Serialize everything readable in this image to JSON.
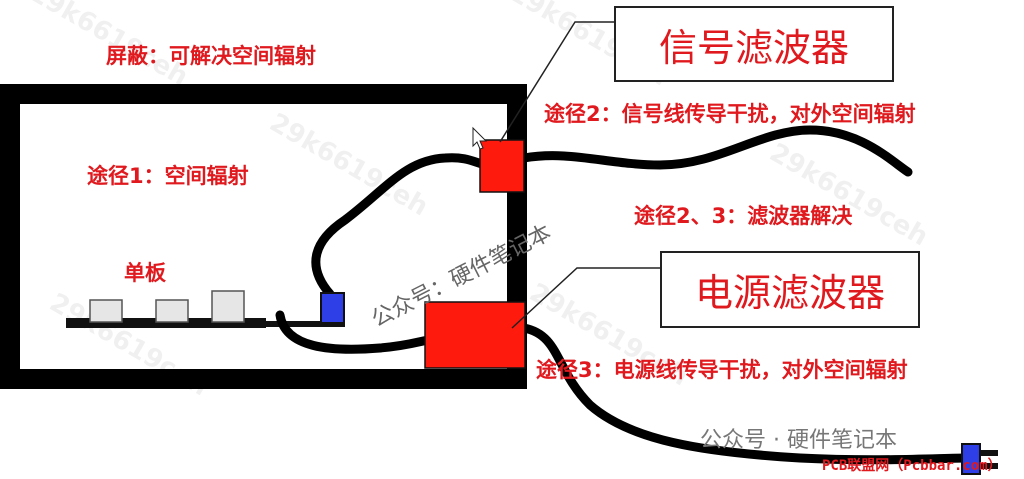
{
  "labels": {
    "shield": "屏蔽：可解决空间辐射",
    "path1": "途径1：空间辐射",
    "board": "单板",
    "path2": "途径2：信号线传导干扰，对外空间辐射",
    "path23": "途径2、3：滤波器解决",
    "path3": "途径3：电源线传导干扰，对外空间辐射"
  },
  "boxes": {
    "signal_filter": "信号滤波器",
    "power_filter": "电源滤波器"
  },
  "watermarks": {
    "diagonal": "公众号：硬件笔记本",
    "bottom": "公众号 · 硬件笔记本",
    "footer": "PCB联盟网（Pcbbar.com）",
    "faint": "29k6619ceh"
  },
  "colors": {
    "accent_red": "#e0191e",
    "filter_red": "#ff1a0e",
    "connector_blue": "#2f3fe8",
    "chip_gray": "#e6e6e6"
  }
}
